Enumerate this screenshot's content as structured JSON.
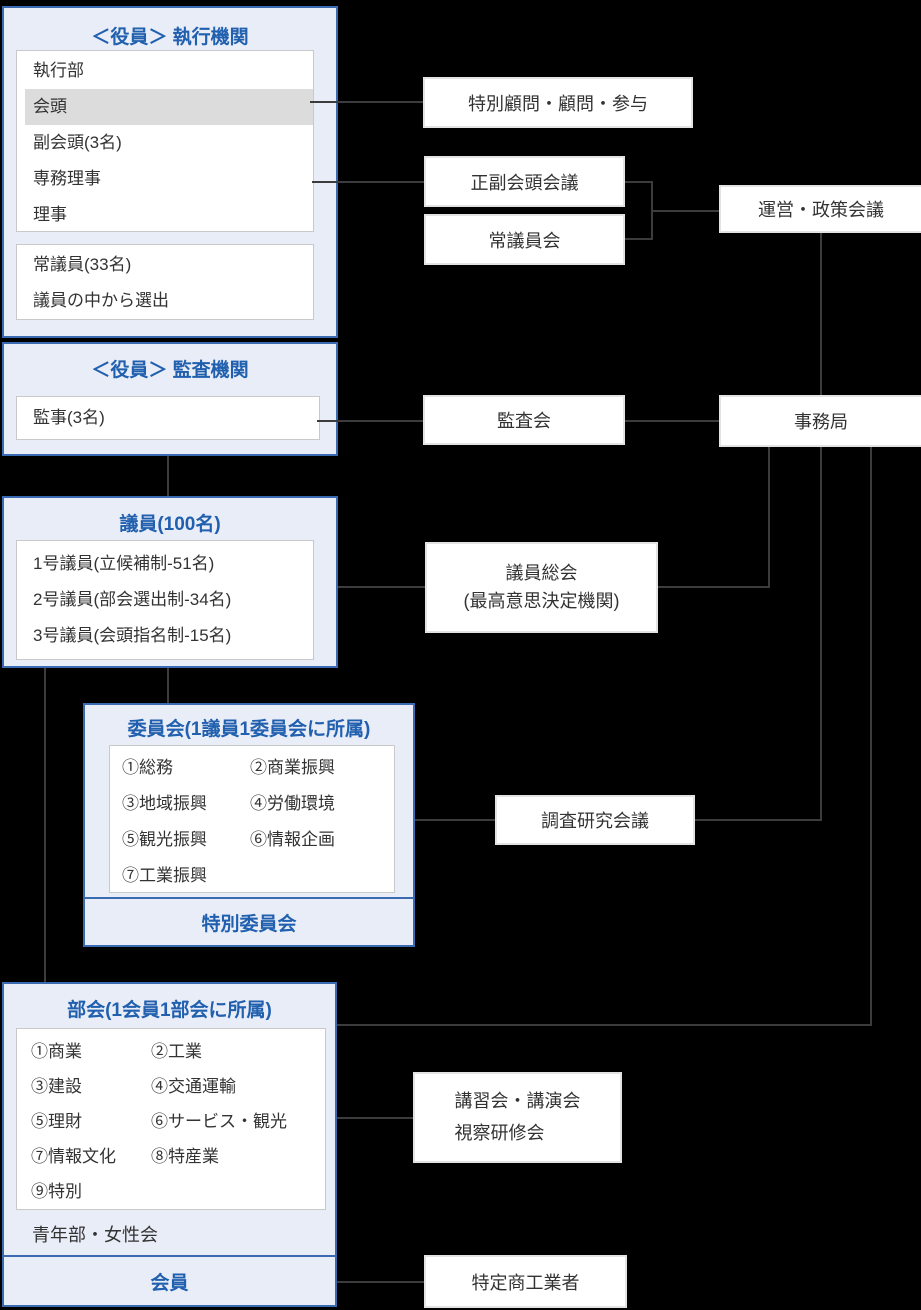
{
  "colors": {
    "background": "#000000",
    "panel_bg": "#e9edf8",
    "panel_border": "#3a6ab1",
    "title_blue": "#2160ae",
    "box_bg": "#ffffff",
    "box_border": "#e3e3e3",
    "inner_border": "#c9c9c9",
    "connector": "#3c3c3e",
    "text": "#333333",
    "highlight_row": "#dcdcdc"
  },
  "panels": {
    "exec": {
      "title": "＜役員＞ 執行機関",
      "officers": [
        "執行部",
        "会頭",
        "副会頭(3名)",
        "専務理事",
        "理事"
      ],
      "highlighted": "会頭",
      "standing": [
        "常議員(33名)",
        "議員の中から選出"
      ]
    },
    "audit": {
      "title": "＜役員＞ 監査機関",
      "member": "監事(3名)"
    },
    "councilors": {
      "title": "議員(100名)",
      "items": [
        "1号議員(立候補制-51名)",
        "2号議員(部会選出制-34名)",
        "3号議員(会頭指名制-15名)"
      ]
    },
    "committees": {
      "title": "委員会(1議員1委員会に所属)",
      "items": [
        "①総務",
        "②商業振興",
        "③地域振興",
        "④労働環境",
        "⑤観光振興",
        "⑥情報企画",
        "⑦工業振興"
      ],
      "special": "特別委員会"
    },
    "sections": {
      "title": "部会(1会員1部会に所属)",
      "items": [
        "①商業",
        "②工業",
        "③建設",
        "④交通運輸",
        "⑤理財",
        "⑥サービス・観光",
        "⑦情報文化",
        "⑧特産業",
        "⑨特別"
      ],
      "youth": "青年部・女性会"
    },
    "members": {
      "title": "会員"
    }
  },
  "boxes": {
    "advisors": "特別顧問・顧問・参与",
    "presidents_meeting": "正副会頭会議",
    "standing_council_meeting": "常議員会",
    "management_policy_meeting": "運営・政策会議",
    "audit_meeting": "監査会",
    "secretariat": "事務局",
    "general_assembly": [
      "議員総会",
      "(最高意思決定機関)"
    ],
    "research_meeting": "調査研究会議",
    "seminars": [
      "講習会・講演会",
      "視察研修会"
    ],
    "specified_businesses": "特定商工業者"
  }
}
